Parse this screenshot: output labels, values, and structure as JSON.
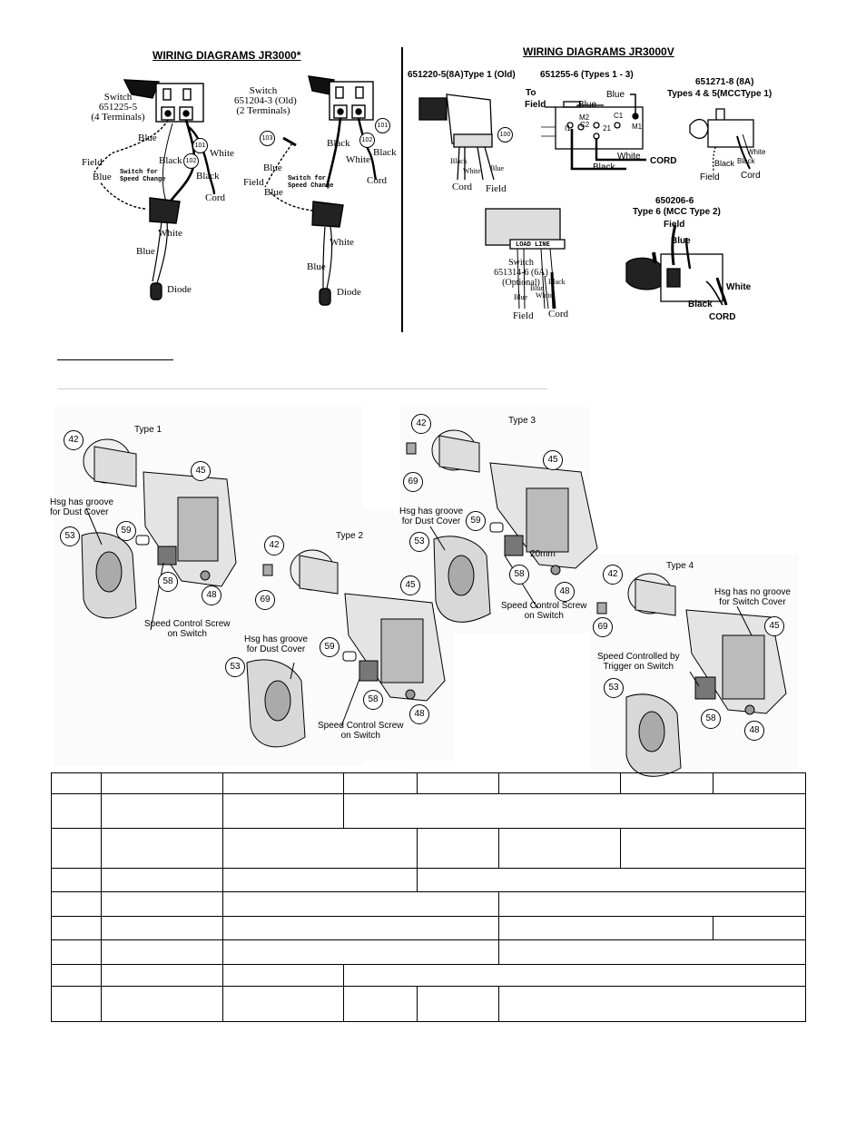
{
  "left_diagram": {
    "header": "WIRING DIAGRAMS JR3000*",
    "switch_a": {
      "line1": "Switch",
      "line2": "651225-5",
      "line3": "(4 Terminals)"
    },
    "switch_b": {
      "line1": "Switch",
      "line2": "651204-3 (Old)",
      "line3": "(2 Terminals)"
    },
    "labels": {
      "blue": "Blue",
      "black": "Black",
      "white": "White",
      "field": "Field",
      "cord": "Cord",
      "diode": "Diode",
      "speed_change_1": "Switch for",
      "speed_change_2": "Speed Change"
    },
    "callouts": [
      "101",
      "102",
      "103",
      "101",
      "102"
    ]
  },
  "right_diagram": {
    "header": "WIRING DIAGRAMS JR3000V",
    "title_a": "651220-5(8A)Type 1 (Old)",
    "title_b": "651255-6 (Types 1 - 3)",
    "title_c1": "651271-8 (8A)",
    "title_c2": "Types 4 & 5(MCCType 1)",
    "title_d1": "650206-6",
    "title_d2": "Type 6 (MCC Type 2)",
    "switch_opt": {
      "line1": "Switch",
      "line2": "651314-6 (6A)",
      "line3": "(Optional)"
    },
    "labels": {
      "to": "To",
      "field": "Field",
      "blue": "Blue",
      "black": "Black",
      "white": "White",
      "cord": "Cord",
      "cord_caps": "CORD",
      "load_line": "LOAD LINE",
      "m1": "M1",
      "m2": "M2",
      "c1": "C1",
      "c2": "C2",
      "t1": "I1",
      "t2": "21"
    },
    "callout": "100"
  },
  "exploded": {
    "type1": "Type  1",
    "type2": "Type  2",
    "type3": "Type  3",
    "type4": "Type  4",
    "groove_1": "Hsg has groove",
    "groove_2": "for Dust Cover",
    "no_groove_1": "Hsg has no groove",
    "no_groove_2": "for Switch Cover",
    "speed_screw_1": "Speed Control Screw",
    "speed_screw_2": "on Switch",
    "trigger_1": "Speed Controlled by",
    "trigger_2": "Trigger on Switch",
    "dim": "20mm",
    "parts": [
      "42",
      "45",
      "48",
      "53",
      "58",
      "59",
      "69"
    ]
  }
}
